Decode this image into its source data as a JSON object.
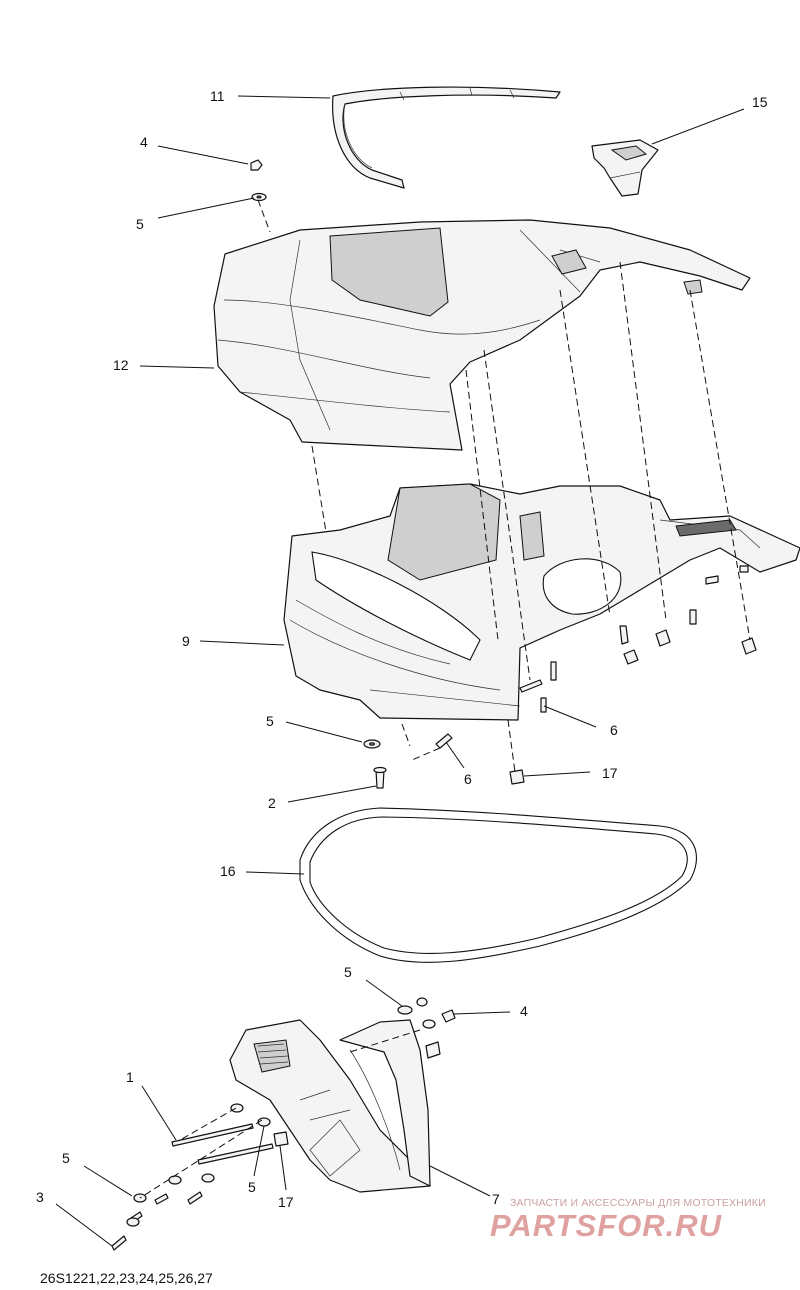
{
  "diagram": {
    "callouts": {
      "c11": "11",
      "c15": "15",
      "c4_top": "4",
      "c5_top": "5",
      "c12": "12",
      "c9": "9",
      "c5_mid": "5",
      "c6_right": "6",
      "c6_mid": "6",
      "c17_mid": "17",
      "c2": "2",
      "c16": "16",
      "c5_low": "5",
      "c4_low": "4",
      "c1": "1",
      "c5_left": "5",
      "c3": "3",
      "c5_bot": "5",
      "c17_bot": "17",
      "c7": "7"
    },
    "footer_code": "26S1221,22,23,24,25,26,27"
  },
  "watermark": {
    "tagline": "ЗАПЧАСТИ И АКСЕССУАРЫ ДЛЯ МОТОТЕХНИКИ",
    "logo_text": "PARTSFOR.RU",
    "logo_color": "#d98a8a"
  }
}
